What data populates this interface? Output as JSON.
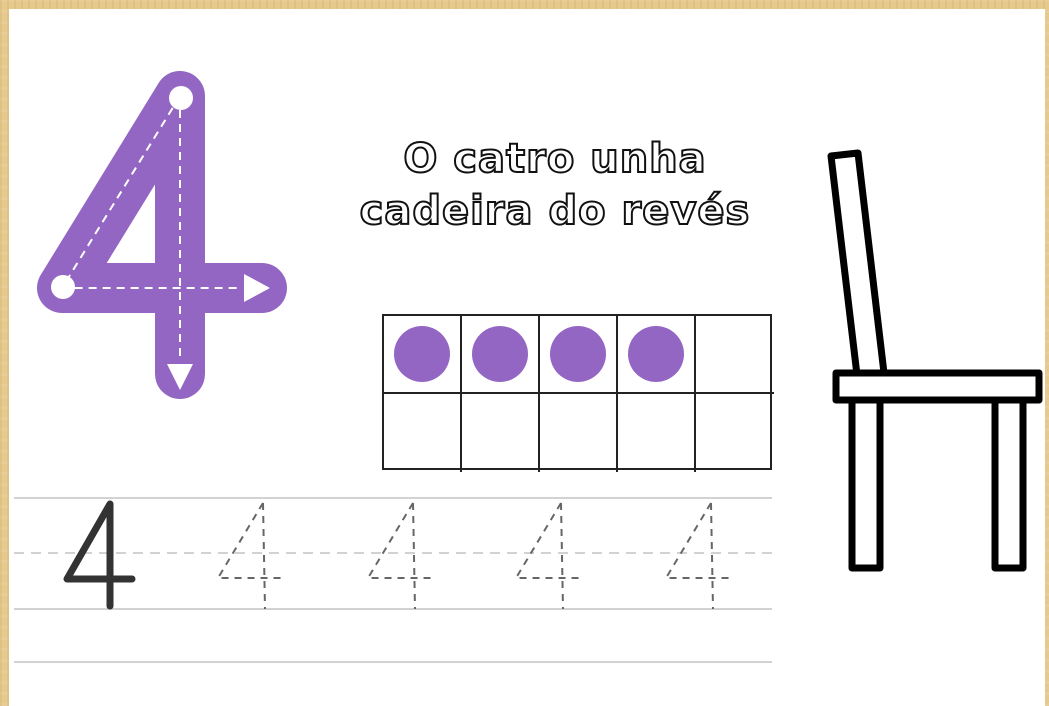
{
  "worksheet": {
    "title_lines": [
      "O catro unha",
      "cadeira do revés"
    ],
    "digit": "4",
    "accent_color": "#9466c3",
    "ten_frame": {
      "columns": 5,
      "rows": 2,
      "filled": 4
    },
    "tracing": {
      "solid_digit": "4",
      "dotted_digits": [
        "4",
        "4",
        "4",
        "4"
      ]
    },
    "picture_icon": "chair-icon"
  }
}
